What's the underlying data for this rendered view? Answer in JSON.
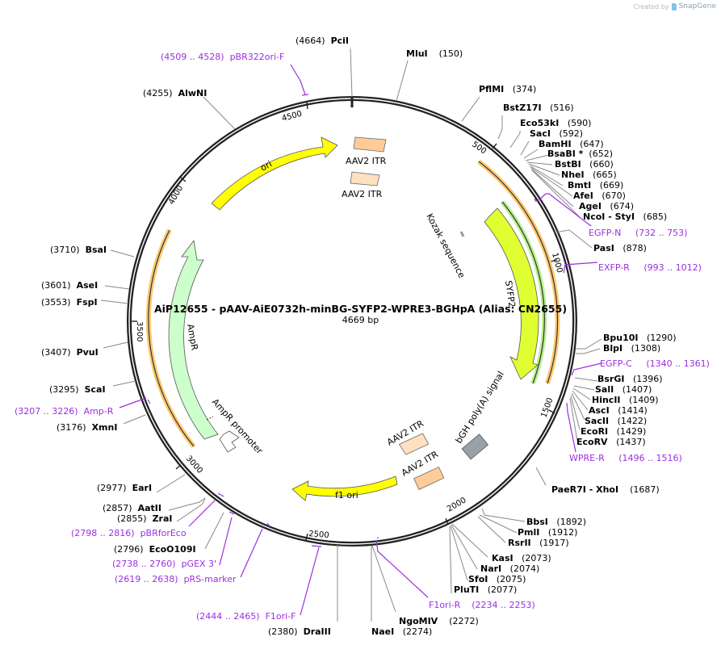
{
  "credit": {
    "prefix": "Created by",
    "brand": "SnapGene"
  },
  "plasmid": {
    "title": "AiP12655 - pAAV-AiE0732h-minBG-SYFP2-WPRE3-BGHpA (Alias: CN2655)",
    "length": "4669 bp",
    "total_bp": 4669
  },
  "ticks": [
    "500",
    "1000",
    "1500",
    "2000",
    "2500",
    "3000",
    "3500",
    "4000",
    "4500"
  ],
  "features": [
    {
      "name": "ori",
      "type": "rep_origin",
      "color": "#ffff00"
    },
    {
      "name": "AAV2 ITR",
      "type": "repeat",
      "color": "#ffcc99"
    },
    {
      "name": "AAV2 ITR",
      "type": "repeat",
      "color": "#ffe0c0"
    },
    {
      "name": "Kozak sequence",
      "type": "misc",
      "color": "#999999"
    },
    {
      "name": "SYFP2",
      "type": "CDS",
      "color": "#e0ff33"
    },
    {
      "name": "bGH poly(A) signal",
      "type": "polyA",
      "color": "#9aa0a8"
    },
    {
      "name": "AAV2 ITR",
      "type": "repeat",
      "color": "#ffe0c0"
    },
    {
      "name": "AAV2 ITR",
      "type": "repeat",
      "color": "#ffcc99"
    },
    {
      "name": "f1 ori",
      "type": "rep_origin",
      "color": "#ffff00"
    },
    {
      "name": "AmpR promoter",
      "type": "promoter",
      "color": "#ffffff"
    },
    {
      "name": "AmpR",
      "type": "CDS",
      "color": "#ccffcc"
    }
  ],
  "sites": [
    {
      "name": "PciI",
      "pos": "(4664)"
    },
    {
      "name": "MluI",
      "pos": "(150)"
    },
    {
      "name": "PflMI",
      "pos": "(374)"
    },
    {
      "name": "BstZ17I",
      "pos": "(516)"
    },
    {
      "name": "Eco53kI",
      "pos": "(590)"
    },
    {
      "name": "SacI",
      "pos": "(592)"
    },
    {
      "name": "BamHI",
      "pos": "(647)"
    },
    {
      "name": "BsaBI *",
      "pos": "(652)"
    },
    {
      "name": "BstBI",
      "pos": "(660)"
    },
    {
      "name": "NheI",
      "pos": "(665)"
    },
    {
      "name": "BmtI",
      "pos": "(669)"
    },
    {
      "name": "AfeI",
      "pos": "(670)"
    },
    {
      "name": "AgeI",
      "pos": "(674)"
    },
    {
      "name": "NcoI  - StyI",
      "pos": "(685)"
    },
    {
      "name": "PasI",
      "pos": "(878)"
    },
    {
      "name": "Bpu10I",
      "pos": "(1290)"
    },
    {
      "name": "BlpI",
      "pos": "(1308)"
    },
    {
      "name": "BsrGI",
      "pos": "(1396)"
    },
    {
      "name": "SalI",
      "pos": "(1407)"
    },
    {
      "name": "HincII",
      "pos": "(1409)"
    },
    {
      "name": "AscI",
      "pos": "(1414)"
    },
    {
      "name": "SacII",
      "pos": "(1422)"
    },
    {
      "name": "EcoRI",
      "pos": "(1429)"
    },
    {
      "name": "EcoRV",
      "pos": "(1437)"
    },
    {
      "name": "PaeR7I  - XhoI",
      "pos": "(1687)"
    },
    {
      "name": "BbsI",
      "pos": "(1892)"
    },
    {
      "name": "PmlI",
      "pos": "(1912)"
    },
    {
      "name": "RsrII",
      "pos": "(1917)"
    },
    {
      "name": "KasI",
      "pos": "(2073)"
    },
    {
      "name": "NarI",
      "pos": "(2074)"
    },
    {
      "name": "SfoI",
      "pos": "(2075)"
    },
    {
      "name": "PluTI",
      "pos": "(2077)"
    },
    {
      "name": "NgoMIV",
      "pos": "(2272)"
    },
    {
      "name": "NaeI",
      "pos": "(2274)"
    },
    {
      "name": "DraIII",
      "pos": "(2380)"
    },
    {
      "name": "EcoO109I",
      "pos": "(2796)"
    },
    {
      "name": "ZraI",
      "pos": "(2855)"
    },
    {
      "name": "AatII",
      "pos": "(2857)"
    },
    {
      "name": "EarI",
      "pos": "(2977)"
    },
    {
      "name": "XmnI",
      "pos": "(3176)"
    },
    {
      "name": "ScaI",
      "pos": "(3295)"
    },
    {
      "name": "PvuI",
      "pos": "(3407)"
    },
    {
      "name": "FspI",
      "pos": "(3553)"
    },
    {
      "name": "AseI",
      "pos": "(3601)"
    },
    {
      "name": "BsaI",
      "pos": "(3710)"
    },
    {
      "name": "AlwNI",
      "pos": "(4255)"
    }
  ],
  "primers": [
    {
      "name": "pBR322ori-F",
      "range": "(4509 .. 4528)"
    },
    {
      "name": "EGFP-N",
      "range": "(732 .. 753)"
    },
    {
      "name": "EXFP-R",
      "range": "(993 .. 1012)"
    },
    {
      "name": "EGFP-C",
      "range": "(1340 .. 1361)"
    },
    {
      "name": "WPRE-R",
      "range": "(1496 .. 1516)"
    },
    {
      "name": "F1ori-R",
      "range": "(2234 .. 2253)"
    },
    {
      "name": "F1ori-F",
      "range": "(2444 .. 2465)"
    },
    {
      "name": "pRS-marker",
      "range": "(2619 .. 2638)"
    },
    {
      "name": "pGEX 3'",
      "range": "(2738 .. 2760)"
    },
    {
      "name": "pBRforEco",
      "range": "(2798 .. 2816)"
    },
    {
      "name": "Amp-R",
      "range": "(3207 .. 3226)"
    }
  ]
}
